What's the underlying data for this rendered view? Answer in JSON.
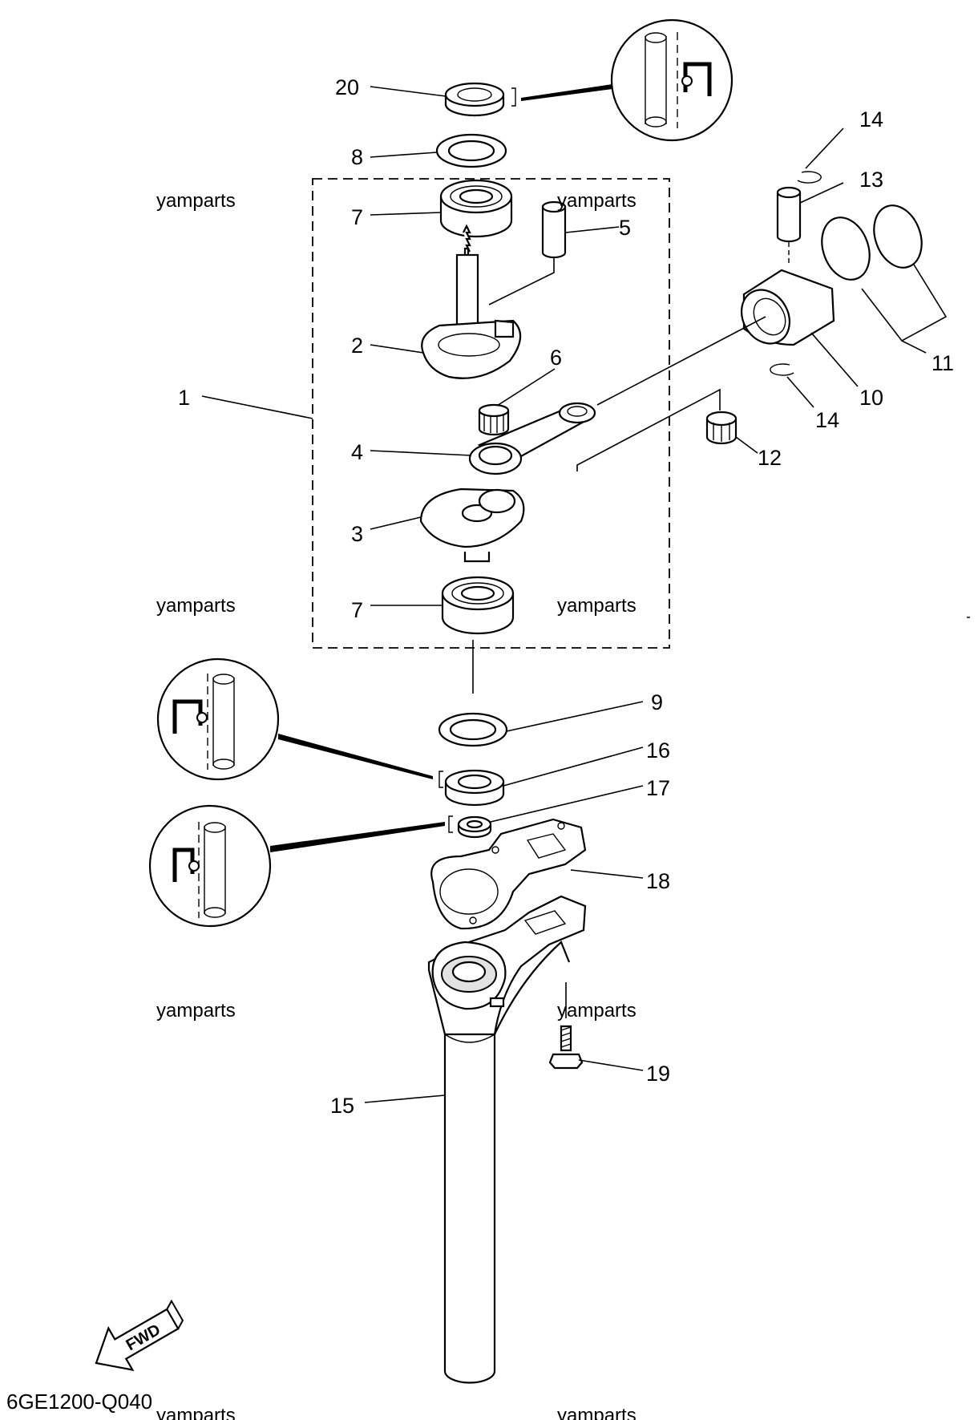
{
  "diagram": {
    "callouts": [
      {
        "id": "20",
        "label": "20"
      },
      {
        "id": "8",
        "label": "8"
      },
      {
        "id": "7a",
        "label": "7"
      },
      {
        "id": "5",
        "label": "5"
      },
      {
        "id": "2",
        "label": "2"
      },
      {
        "id": "1",
        "label": "1"
      },
      {
        "id": "6",
        "label": "6"
      },
      {
        "id": "4",
        "label": "4"
      },
      {
        "id": "3",
        "label": "3"
      },
      {
        "id": "7b",
        "label": "7"
      },
      {
        "id": "14a",
        "label": "14"
      },
      {
        "id": "13",
        "label": "13"
      },
      {
        "id": "11",
        "label": "11"
      },
      {
        "id": "10",
        "label": "10"
      },
      {
        "id": "14b",
        "label": "14"
      },
      {
        "id": "12",
        "label": "12"
      },
      {
        "id": "9",
        "label": "9"
      },
      {
        "id": "16",
        "label": "16"
      },
      {
        "id": "17",
        "label": "17"
      },
      {
        "id": "18",
        "label": "18"
      },
      {
        "id": "19",
        "label": "19"
      },
      {
        "id": "15",
        "label": "15"
      }
    ],
    "watermark": "yamparts",
    "diagram_code": "6GE1200-Q040",
    "fwd_label": "FWD"
  }
}
